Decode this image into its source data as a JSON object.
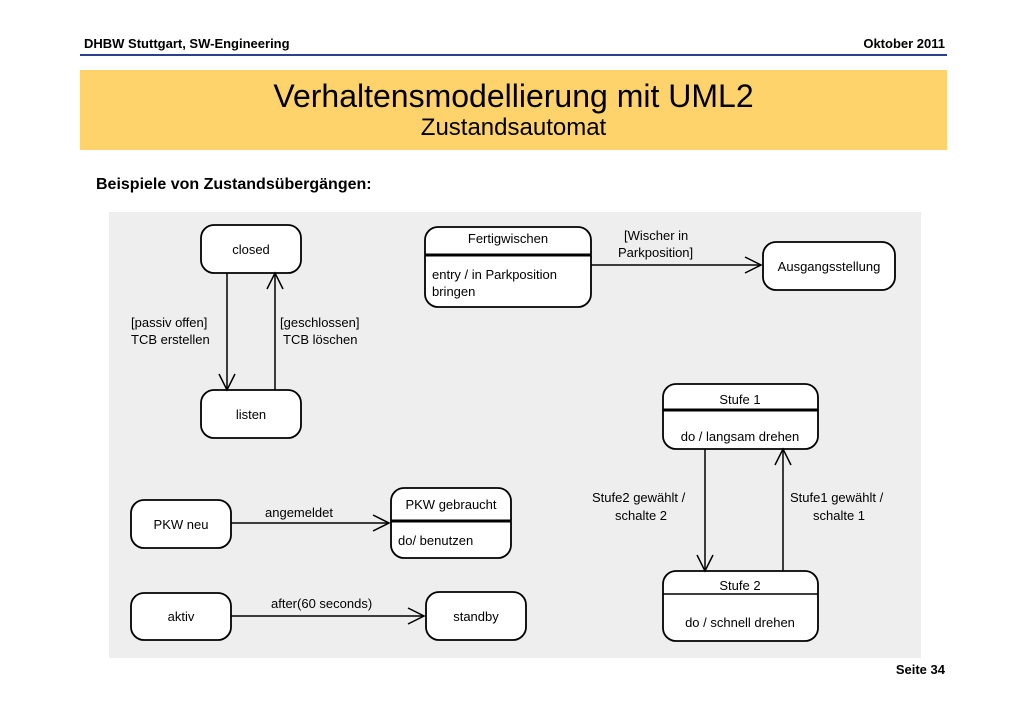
{
  "header": {
    "left": "DHBW Stuttgart, SW-Engineering",
    "right": "Oktober 2011"
  },
  "title": {
    "main": "Verhaltensmodellierung mit UML2",
    "sub": "Zustandsautomat"
  },
  "section_heading": "Beispiele von Zustandsübergängen:",
  "diagram": {
    "states": {
      "closed": "closed",
      "listen": "listen",
      "fertigwischen_name": "Fertigwischen",
      "fertigwischen_line1": "entry / in Parkposition",
      "fertigwischen_line2": "bringen",
      "ausgangsstellung": "Ausgangsstellung",
      "stufe1_name": "Stufe 1",
      "stufe1_activity": "do / langsam drehen",
      "stufe2_name": "Stufe 2",
      "stufe2_activity": "do / schnell drehen",
      "pkw_neu": "PKW neu",
      "pkw_gebraucht_name": "PKW gebraucht",
      "pkw_gebraucht_activity": "do/ benutzen",
      "aktiv": "aktiv",
      "standby": "standby"
    },
    "transitions": {
      "passiv_line1": "[passiv offen]",
      "passiv_line2": "TCB erstellen",
      "geschlossen_line1": "[geschlossen]",
      "geschlossen_line2": "TCB löschen",
      "wischer_line1": "[Wischer in",
      "wischer_line2": "Parkposition]",
      "stufe2_line1": "Stufe2 gewählt /",
      "stufe2_line2": "schalte 2",
      "stufe1_line1": "Stufe1 gewählt /",
      "stufe1_line2": "schalte 1",
      "angemeldet": "angemeldet",
      "after": "after(60 seconds)"
    }
  },
  "footer": {
    "page": "Seite 34"
  }
}
